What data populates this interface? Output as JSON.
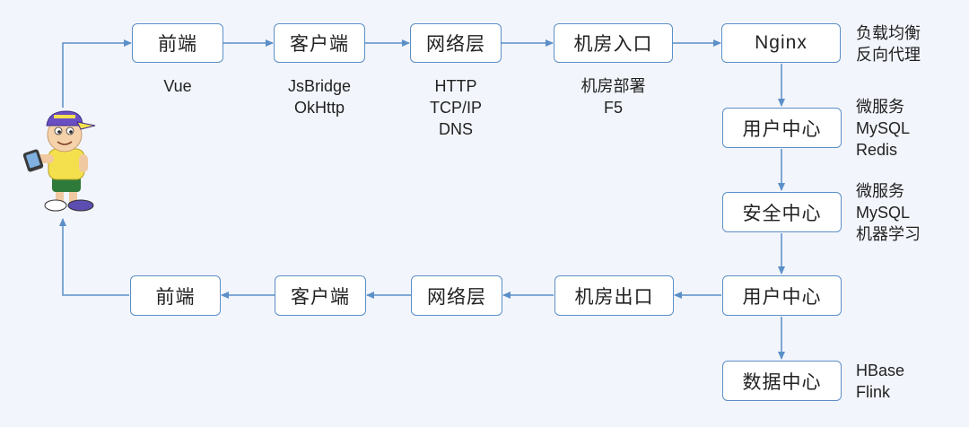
{
  "nodes": {
    "top_frontend": "前端",
    "top_client": "客户端",
    "top_network": "网络层",
    "top_idc_in": "机房入口",
    "nginx": "Nginx",
    "user_center_1": "用户中心",
    "security_center": "安全中心",
    "user_center_2": "用户中心",
    "data_center": "数据中心",
    "bottom_idc_out": "机房出口",
    "bottom_network": "网络层",
    "bottom_client": "客户端",
    "bottom_frontend": "前端"
  },
  "notes": {
    "frontend": "Vue",
    "client": "JsBridge\nOkHttp",
    "network": "HTTP\nTCP/IP\nDNS",
    "idc": "机房部署\nF5",
    "nginx": "负载均衡\n反向代理",
    "user_center": "微服务\nMySQL\nRedis",
    "security": "微服务\nMySQL\n机器学习",
    "data": "HBase\nFlink"
  },
  "colors": {
    "arrow": "#5b8fc7",
    "node_border": "#5b8fc7",
    "background": "#f2f5fb"
  },
  "icons": {
    "user": "cartoon-boy-with-phone-icon"
  }
}
